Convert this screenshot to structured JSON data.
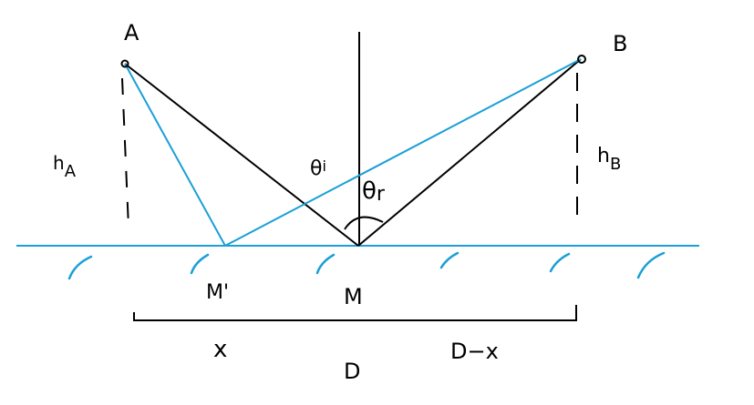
{
  "labels": {
    "point_a": "A",
    "point_b": "B",
    "height_a": "h",
    "height_a_sub": "A",
    "height_b": "h",
    "height_b_sub": "B",
    "theta_i": "θ",
    "theta_i_sub": "i",
    "theta_r": "θ",
    "theta_r_sub": "r",
    "m_prime": "M'",
    "m": "M",
    "x": "x",
    "d": "D",
    "d_minus_x": "D−x"
  },
  "colors": {
    "ink": "#000000",
    "blue": "#1a9fd6"
  }
}
